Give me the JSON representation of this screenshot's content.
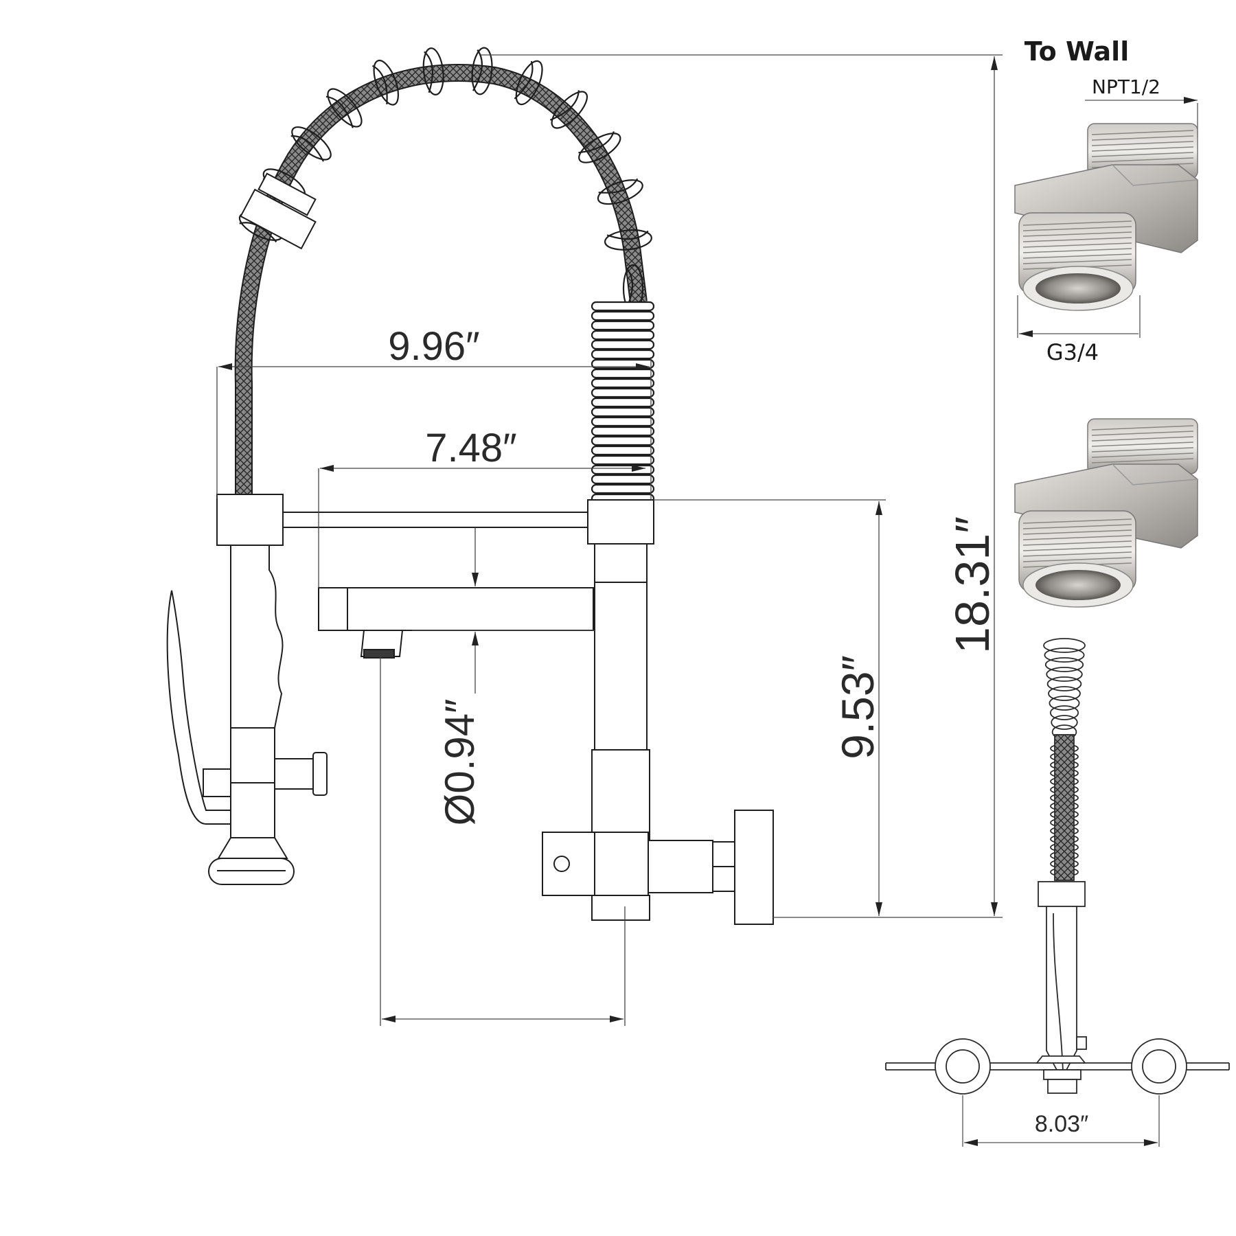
{
  "dimensions": {
    "spout_reach": "9.96″",
    "pot_filler_reach": "7.48″",
    "outlet_diameter": "Ø0.94″",
    "spout_height": "9.53″",
    "total_height": "18.31″",
    "center_spacing": "8.03″"
  },
  "adapter": {
    "title": "To Wall",
    "thread_top": "NPT1/2",
    "thread_bottom": "G3/4"
  },
  "colors": {
    "line": "#1e1e1e",
    "dim": "#555555",
    "metal_light": "#d9d6d2",
    "metal_mid": "#aaa6a1",
    "metal_dark": "#6d6964"
  }
}
